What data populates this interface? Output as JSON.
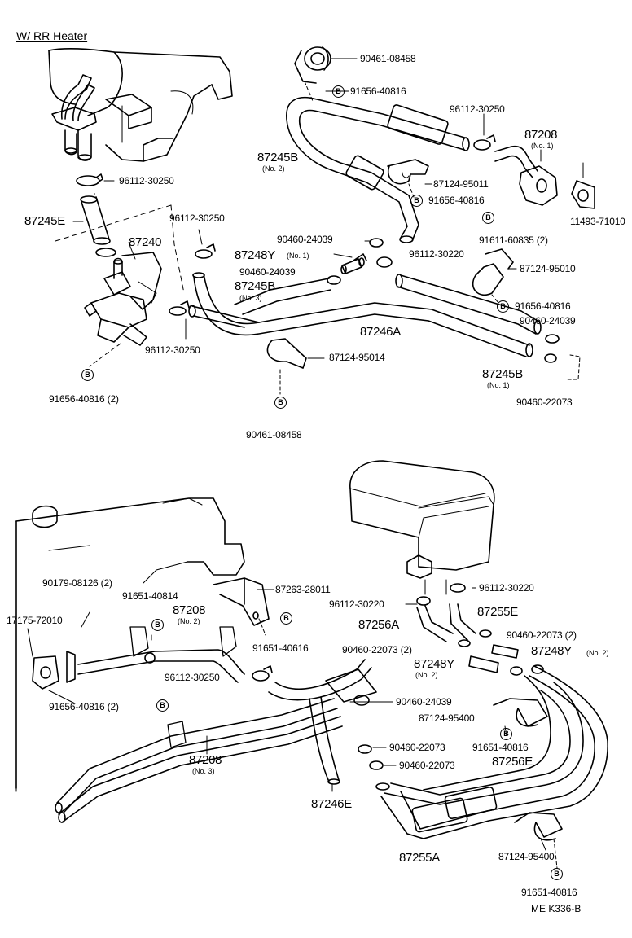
{
  "title": "W/ RR Heater",
  "drawing_code": "ME  K336-B",
  "bolt_mark": "B",
  "labels": {
    "l_90461_08458_top": "90461-08458",
    "l_91656_40816_top": "91656-40816",
    "l_96112_30250_tr": "96112-30250",
    "l_87208_no1": "87208",
    "l_87208_no1_sub": "(No. 1)",
    "l_87245b_no2": "87245B",
    "l_87245b_no2_sub": "(No. 2)",
    "l_87124_95011": "87124-95011",
    "l_91656_40816_mid": "91656-40816",
    "l_11493_71010": "11493-71010",
    "l_96112_30250_left": "96112-30250",
    "l_87245e": "87245E",
    "l_96112_30250_ml": "96112-30250",
    "l_87240": "87240",
    "l_90460_24039_a": "90460-24039",
    "l_91611_60835": "91611-60835 (2)",
    "l_87248y_no1": "87248Y",
    "l_87248y_no1_sub": "(No. 1)",
    "l_96112_30220_top": "96112-30220",
    "l_90460_24039_b": "90460-24039",
    "l_87124_95010": "87124-95010",
    "l_87245b_no3": "87245B",
    "l_87245b_no3_sub": "(No. 3)",
    "l_91656_40816_right": "91656-40816",
    "l_90460_24039_c": "90460-24039",
    "l_87246a": "87246A",
    "l_96112_30250_bl": "96112-30250",
    "l_87124_95014": "87124-95014",
    "l_87245b_no1": "87245B",
    "l_87245b_no1_sub": "(No. 1)",
    "l_91656_40816_2": "91656-40816 (2)",
    "l_90460_22073_top": "90460-22073",
    "l_90461_08458_bot": "90461-08458",
    "l_90179_08126": "90179-08126 (2)",
    "l_87263_28011": "87263-28011",
    "l_91651_40814": "91651-40814",
    "l_87208_no2": "87208",
    "l_87208_no2_sub": "(No. 2)",
    "l_96112_30220_r": "96112-30220",
    "l_96112_30220_l": "96112-30220",
    "l_17175_72010": "17175-72010",
    "l_87255e": "87255E",
    "l_87256a": "87256A",
    "l_91651_40616": "91651-40616",
    "l_90460_22073_2a": "90460-22073 (2)",
    "l_90460_22073_2b": "90460-22073 (2)",
    "l_87248y_no2a": "87248Y",
    "l_87248y_no2a_sub": "(No. 2)",
    "l_87248y_no2b": "87248Y",
    "l_87248y_no2b_sub": "(No. 2)",
    "l_96112_30250_bot": "96112-30250",
    "l_90460_24039_bot": "90460-24039",
    "l_91656_40816_2b": "91656-40816 (2)",
    "l_87124_95400_a": "87124-95400",
    "l_87208_no3": "87208",
    "l_87208_no3_sub": "(No. 3)",
    "l_91651_40816_a": "91651-40816",
    "l_90460_22073_a": "90460-22073",
    "l_90460_22073_b": "90460-22073",
    "l_87256e": "87256E",
    "l_87246e": "87246E",
    "l_87255a": "87255A",
    "l_87124_95400_b": "87124-95400",
    "l_91651_40816_b": "91651-40816"
  }
}
